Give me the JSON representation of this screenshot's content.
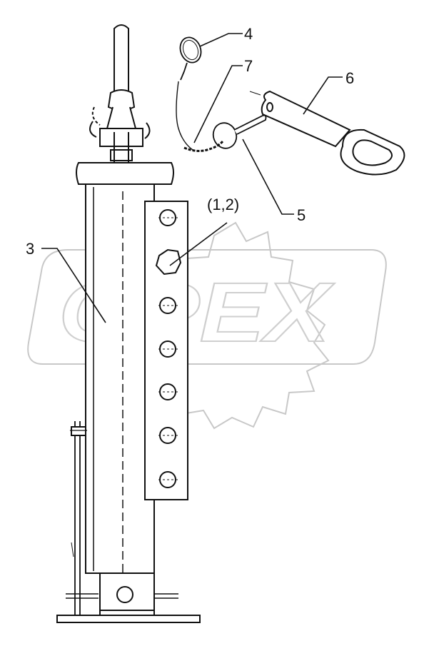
{
  "callouts": {
    "c3": "3",
    "c4": "4",
    "c5": "5",
    "c6": "6",
    "c7": "7",
    "c12": "(1,2)"
  },
  "watermark": {
    "text": "OPEX"
  }
}
